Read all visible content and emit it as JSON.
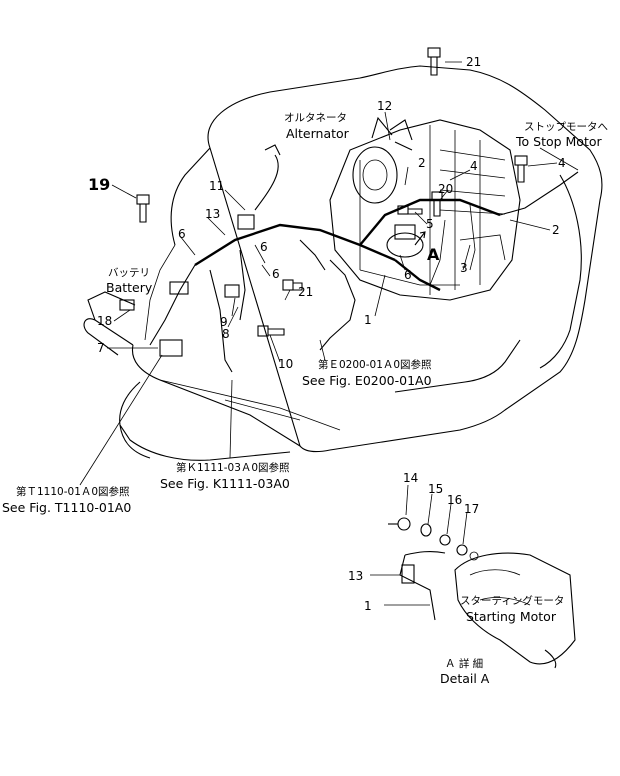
{
  "callouts": {
    "n1": "1",
    "n2": "2",
    "n3": "3",
    "n4": "4",
    "n5": "5",
    "n6": "6",
    "n7": "7",
    "n8": "8",
    "n9": "9",
    "n10": "10",
    "n11": "11",
    "n12": "12",
    "n13": "13",
    "n14": "14",
    "n15": "15",
    "n16": "16",
    "n17": "17",
    "n18": "18",
    "n19": "19",
    "n20": "20",
    "n21": "21",
    "A": "A"
  },
  "labels": {
    "alternator_jp": "オルタネータ",
    "alternator_en": "Alternator",
    "stop_motor_jp": "ストップモータへ",
    "stop_motor_en": "To Stop Motor",
    "battery_jp": "バッテリ",
    "battery_en": "Battery",
    "ref_e_jp": "第Ｅ0200-01Ａ0図参照",
    "ref_e_en": "See Fig. E0200-01A0",
    "ref_k_jp": "第Ｋ1111-03Ａ0図参照",
    "ref_k_en": "See Fig. K1111-03A0",
    "ref_t_jp": "第Ｔ1110-01Ａ0図参照",
    "ref_t_en": "See Fig. T1110-01A0",
    "starting_motor_jp": "スターティングモータ",
    "starting_motor_en": "Starting Motor",
    "detail_jp": "Ａ 詳 細",
    "detail_en": "Detail A"
  }
}
